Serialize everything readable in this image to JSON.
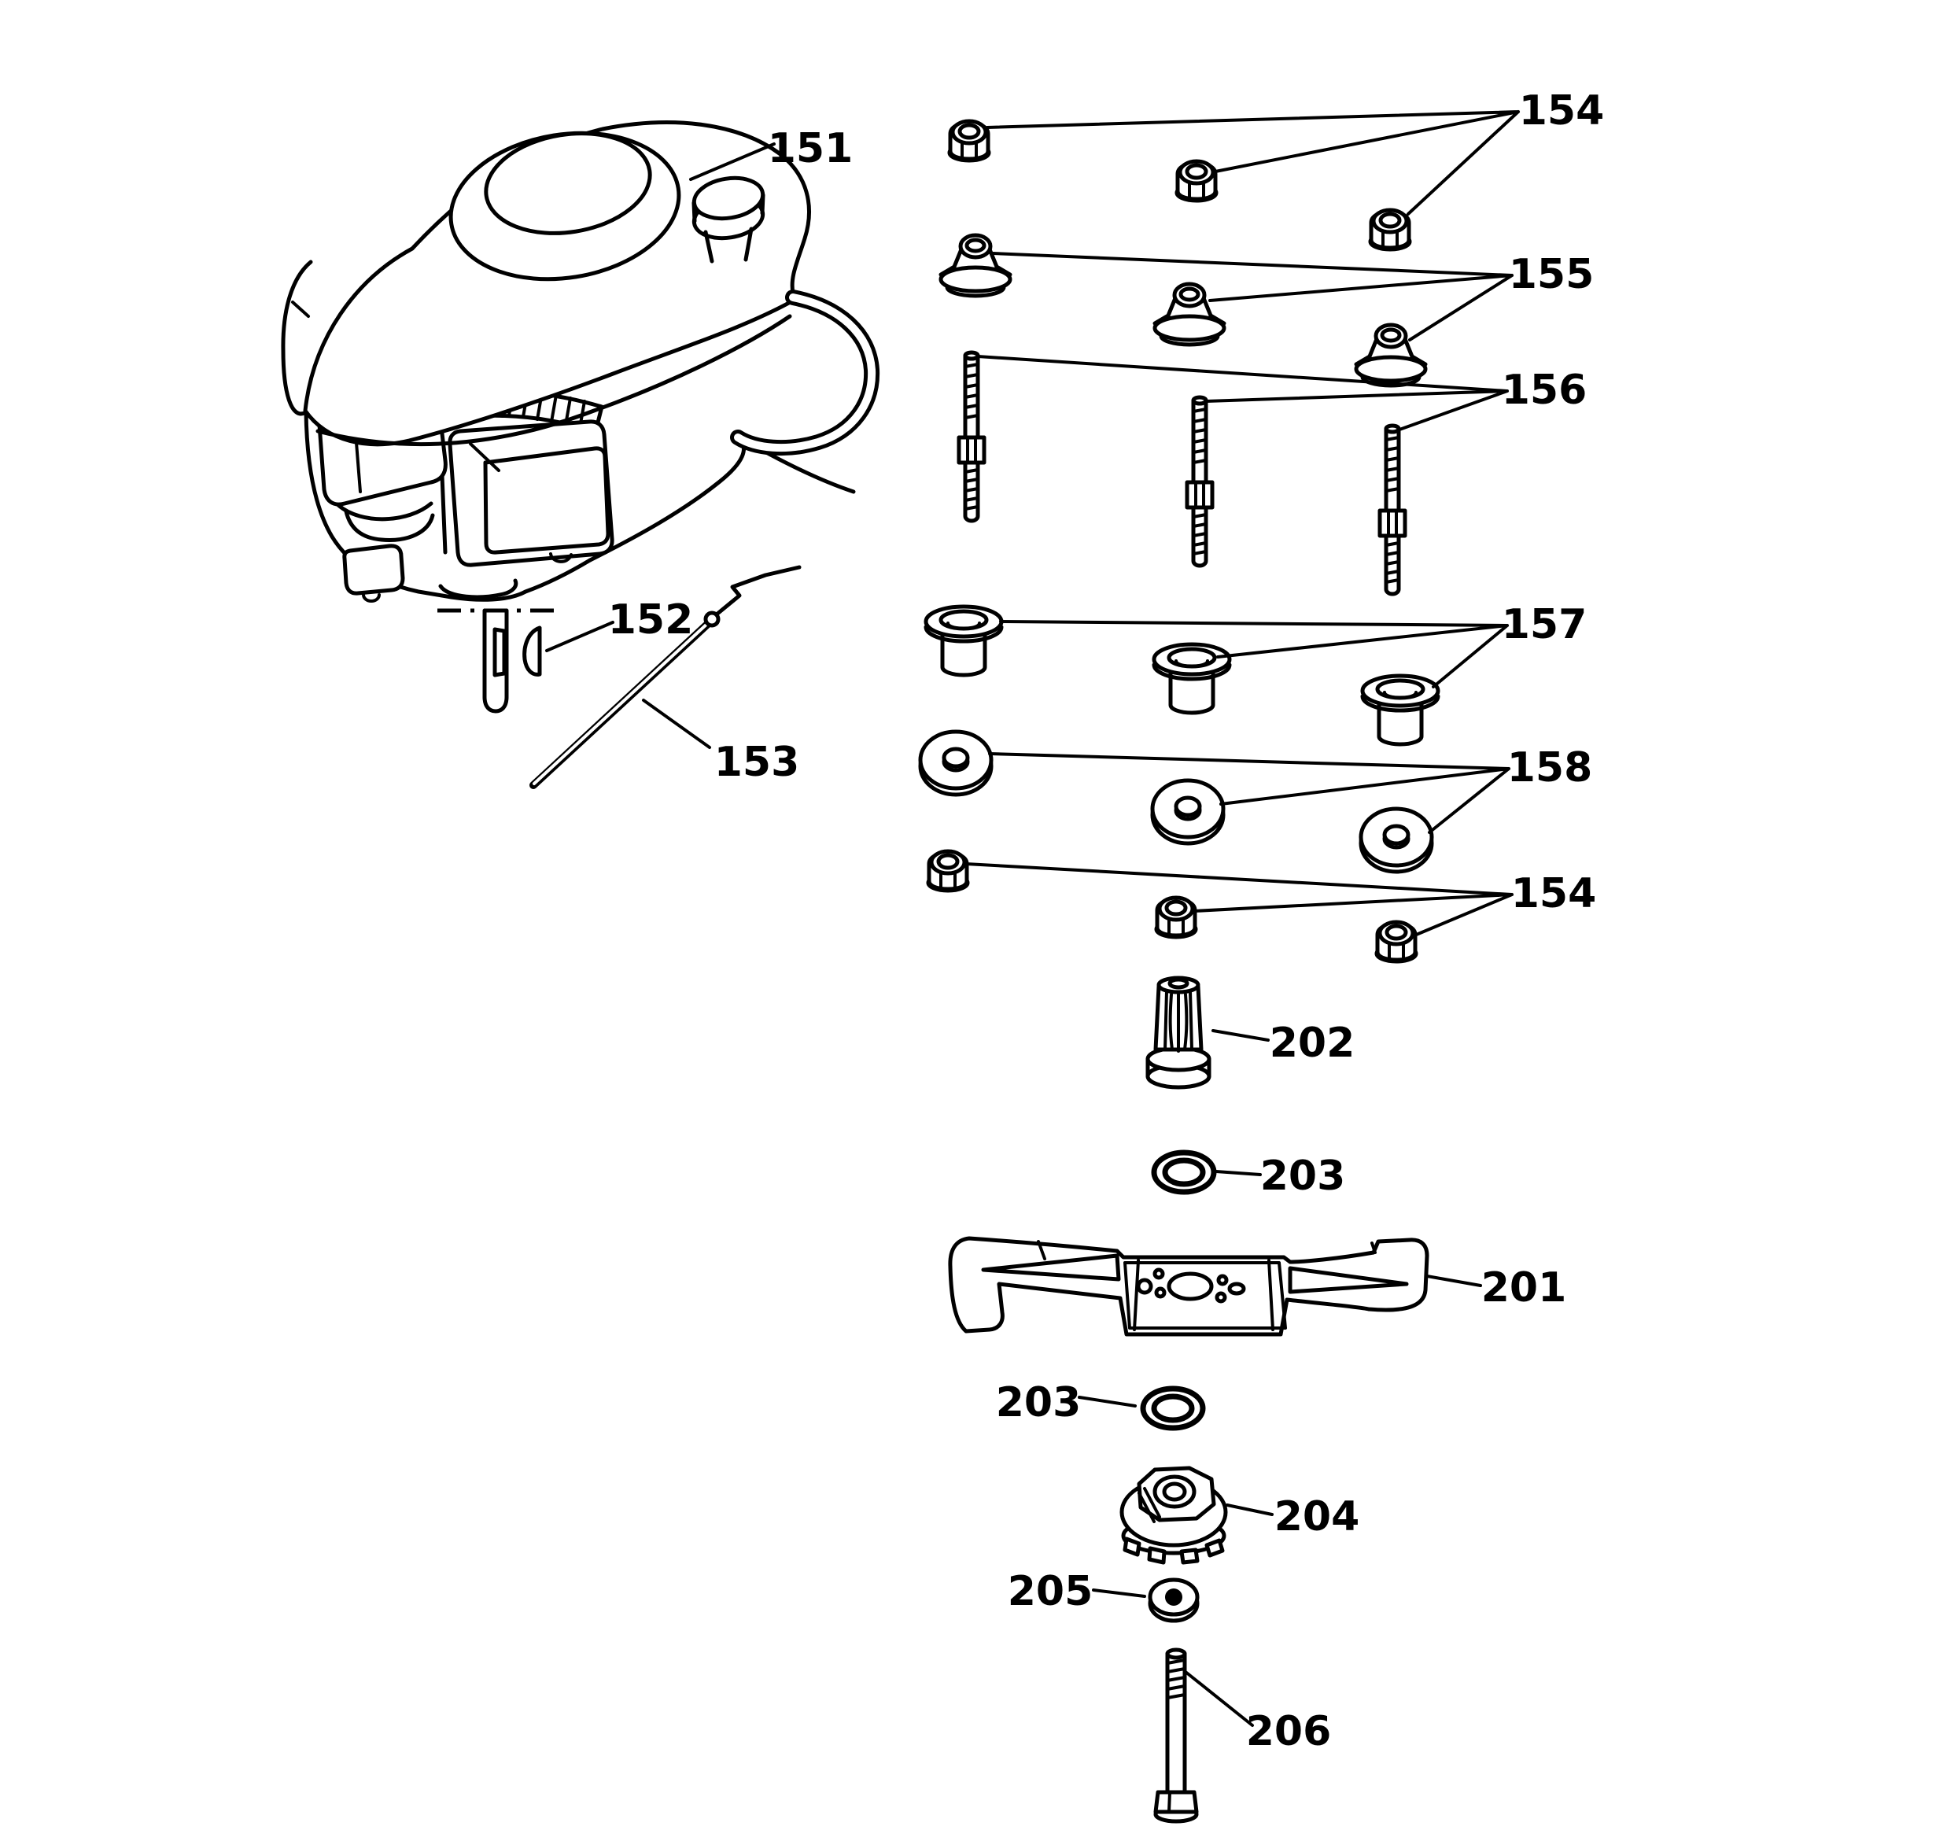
{
  "page": {
    "background": "#ffffff",
    "line_color": "#000000"
  },
  "parts": [
    {
      "id": "engine",
      "label": "151"
    },
    {
      "id": "woodruff-key",
      "label": "152"
    },
    {
      "id": "dipstick-rod",
      "label": "153"
    },
    {
      "id": "locknut-row-top",
      "label": "154"
    },
    {
      "id": "mount-grommet-row",
      "label": "155"
    },
    {
      "id": "stud-row",
      "label": "156"
    },
    {
      "id": "spacer-cup-row",
      "label": "157"
    },
    {
      "id": "flat-washer-row",
      "label": "158"
    },
    {
      "id": "locknut-row-bottom",
      "label": "154"
    },
    {
      "id": "blade",
      "label": "201"
    },
    {
      "id": "blade-coupling",
      "label": "202"
    },
    {
      "id": "washer-upper",
      "label": "203"
    },
    {
      "id": "washer-lower",
      "label": "203"
    },
    {
      "id": "blade-adapter",
      "label": "204"
    },
    {
      "id": "small-washer",
      "label": "205"
    },
    {
      "id": "blade-bolt",
      "label": "206"
    }
  ]
}
